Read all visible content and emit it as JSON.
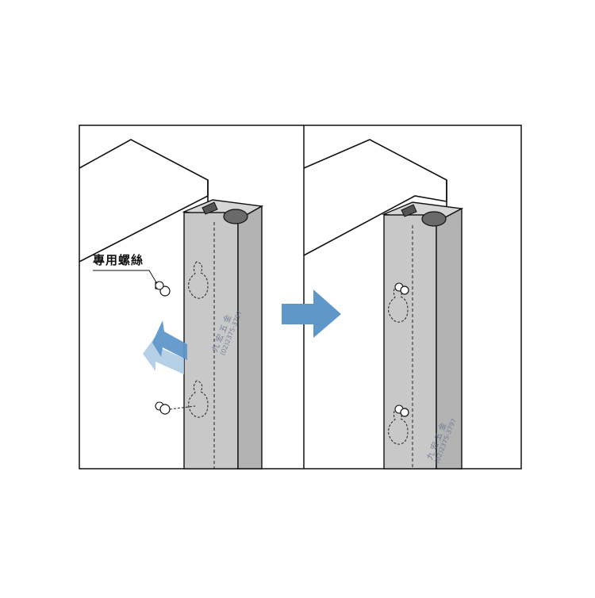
{
  "diagram": {
    "screw_label": "專用螺絲",
    "watermark_name": "九 宏 五 金",
    "watermark_phone": "(02)2375-3797"
  },
  "colors": {
    "post_fill": "#c8c8c8",
    "post_shade": "#b3b3b3",
    "arrow_blue": "#5f97c9",
    "arrow_light": "#a9c8e4",
    "line": "#111111"
  }
}
